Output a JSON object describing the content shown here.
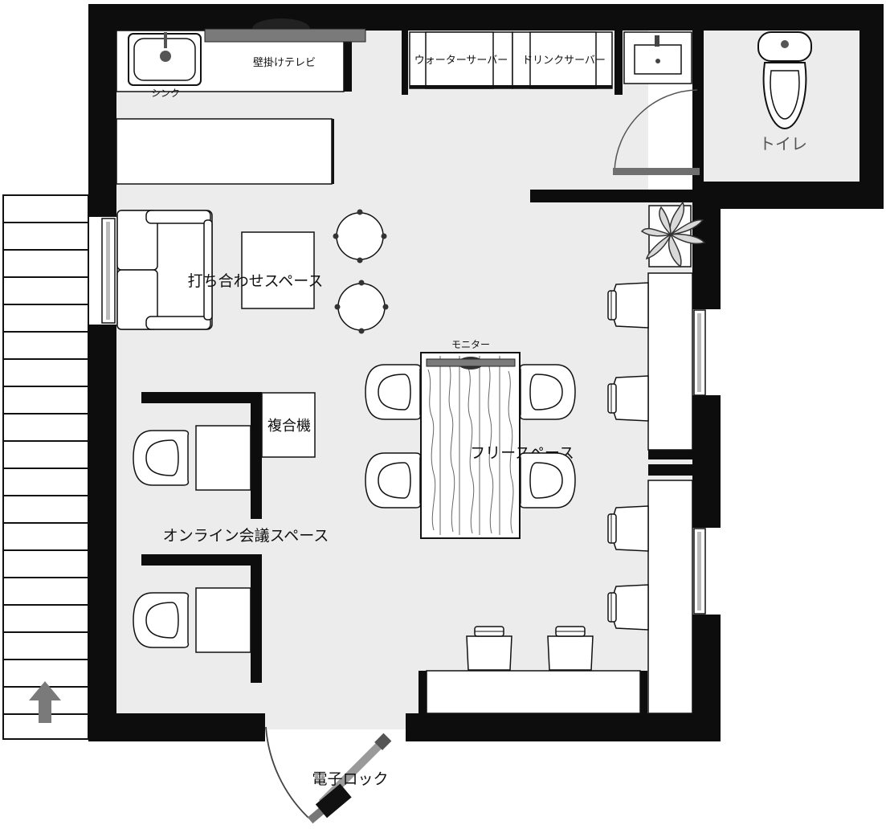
{
  "labels": {
    "sink": "シンク",
    "tv": "壁掛けテレビ",
    "water_server": "ウォーターサーバー",
    "drink_server": "ドリンクサーバー",
    "toilet": "トイレ",
    "meeting_space": "打ち合わせスペース",
    "monitor": "モニター",
    "copier": "複合機",
    "free_space": "フリースペース",
    "online_meeting_space": "オンライン会議スペース",
    "smart_lock": "電子ロック"
  },
  "icons": {
    "stairs_arrow": "up-arrow-icon",
    "plant": "plant-icon",
    "toilet": "toilet-icon",
    "sink": "sink-icon"
  },
  "colors": {
    "wall": "#0d0d0d",
    "floor": "#ececec",
    "furniture": "#ffffff",
    "tv_panel": "#7a7a7a",
    "door_panel": "#6f6f6f",
    "arrow": "#7a7a7a"
  }
}
